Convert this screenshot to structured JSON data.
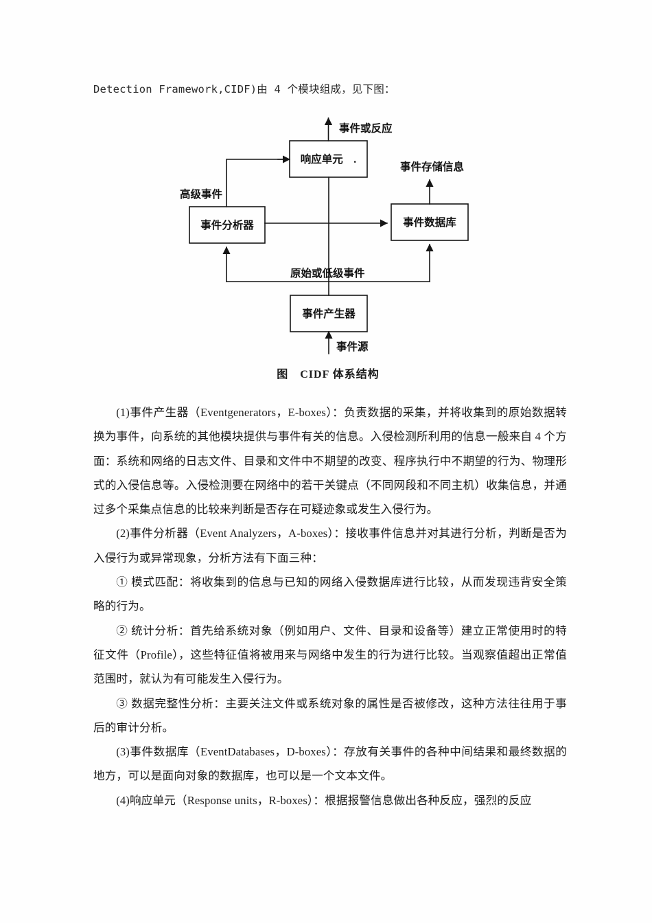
{
  "document": {
    "intro_line": "Detection Framework,CIDF)由 4 个模块组成，见下图：",
    "figure": {
      "caption": "图　CIDF 体系结构",
      "boxes": [
        {
          "id": "response-unit",
          "label": "响应单元　."
        },
        {
          "id": "event-analyzer",
          "label": "事件分析器"
        },
        {
          "id": "event-database",
          "label": "事件数据库"
        },
        {
          "id": "event-generator",
          "label": "事件产生器"
        }
      ],
      "edge_labels": [
        {
          "id": "events-or-response",
          "label": "事件或反应"
        },
        {
          "id": "event-storage-info",
          "label": "事件存储信息"
        },
        {
          "id": "high-level-events",
          "label": "高级事件"
        },
        {
          "id": "raw-or-low-level-events",
          "label": "原始或低级事件"
        },
        {
          "id": "event-source",
          "label": "事件源"
        }
      ]
    },
    "paragraphs": [
      {
        "id": "item-1-event-generators",
        "indent": true,
        "text": "(1)事件产生器（Eventgenerators，E-boxes）：负责数据的采集，并将收集到的原始数据转换为事件，向系统的其他模块提供与事件有关的信息。入侵检测所利用的信息一般来自 4 个方面：系统和网络的日志文件、目录和文件中不期望的改变、程序执行中不期望的行为、物理形式的入侵信息等。入侵检测要在网络中的若干关键点（不同网段和不同主机）收集信息，并通过多个采集点信息的比较来判断是否存在可疑迹象或发生入侵行为。"
      },
      {
        "id": "item-2-event-analyzers",
        "indent": true,
        "text": "(2)事件分析器（Event Analyzers，A-boxes）：接收事件信息并对其进行分析，判断是否为入侵行为或异常现象，分析方法有下面三种："
      },
      {
        "id": "sub-1-pattern-matching",
        "indent": true,
        "text": "① 模式匹配：将收集到的信息与已知的网络入侵数据库进行比较，从而发现违背安全策略的行为。"
      },
      {
        "id": "sub-2-statistical-analysis",
        "indent": true,
        "text": "② 统计分析：首先给系统对象（例如用户、文件、目录和设备等）建立正常使用时的特征文件（Profile），这些特征值将被用来与网络中发生的行为进行比较。当观察值超出正常值范围时，就认为有可能发生入侵行为。"
      },
      {
        "id": "sub-3-data-integrity-analysis",
        "indent": true,
        "text": "③ 数据完整性分析：主要关注文件或系统对象的属性是否被修改，这种方法往往用于事后的审计分析。"
      },
      {
        "id": "item-3-event-databases",
        "indent": true,
        "text": "(3)事件数据库（EventDatabases，D-boxes）：存放有关事件的各种中间结果和最终数据的地方，可以是面向对象的数据库，也可以是一个文本文件。"
      },
      {
        "id": "item-4-response-units",
        "indent": true,
        "text": "(4)响应单元（Response units，R-boxes）：根据报警信息做出各种反应，强烈的反应"
      }
    ]
  }
}
